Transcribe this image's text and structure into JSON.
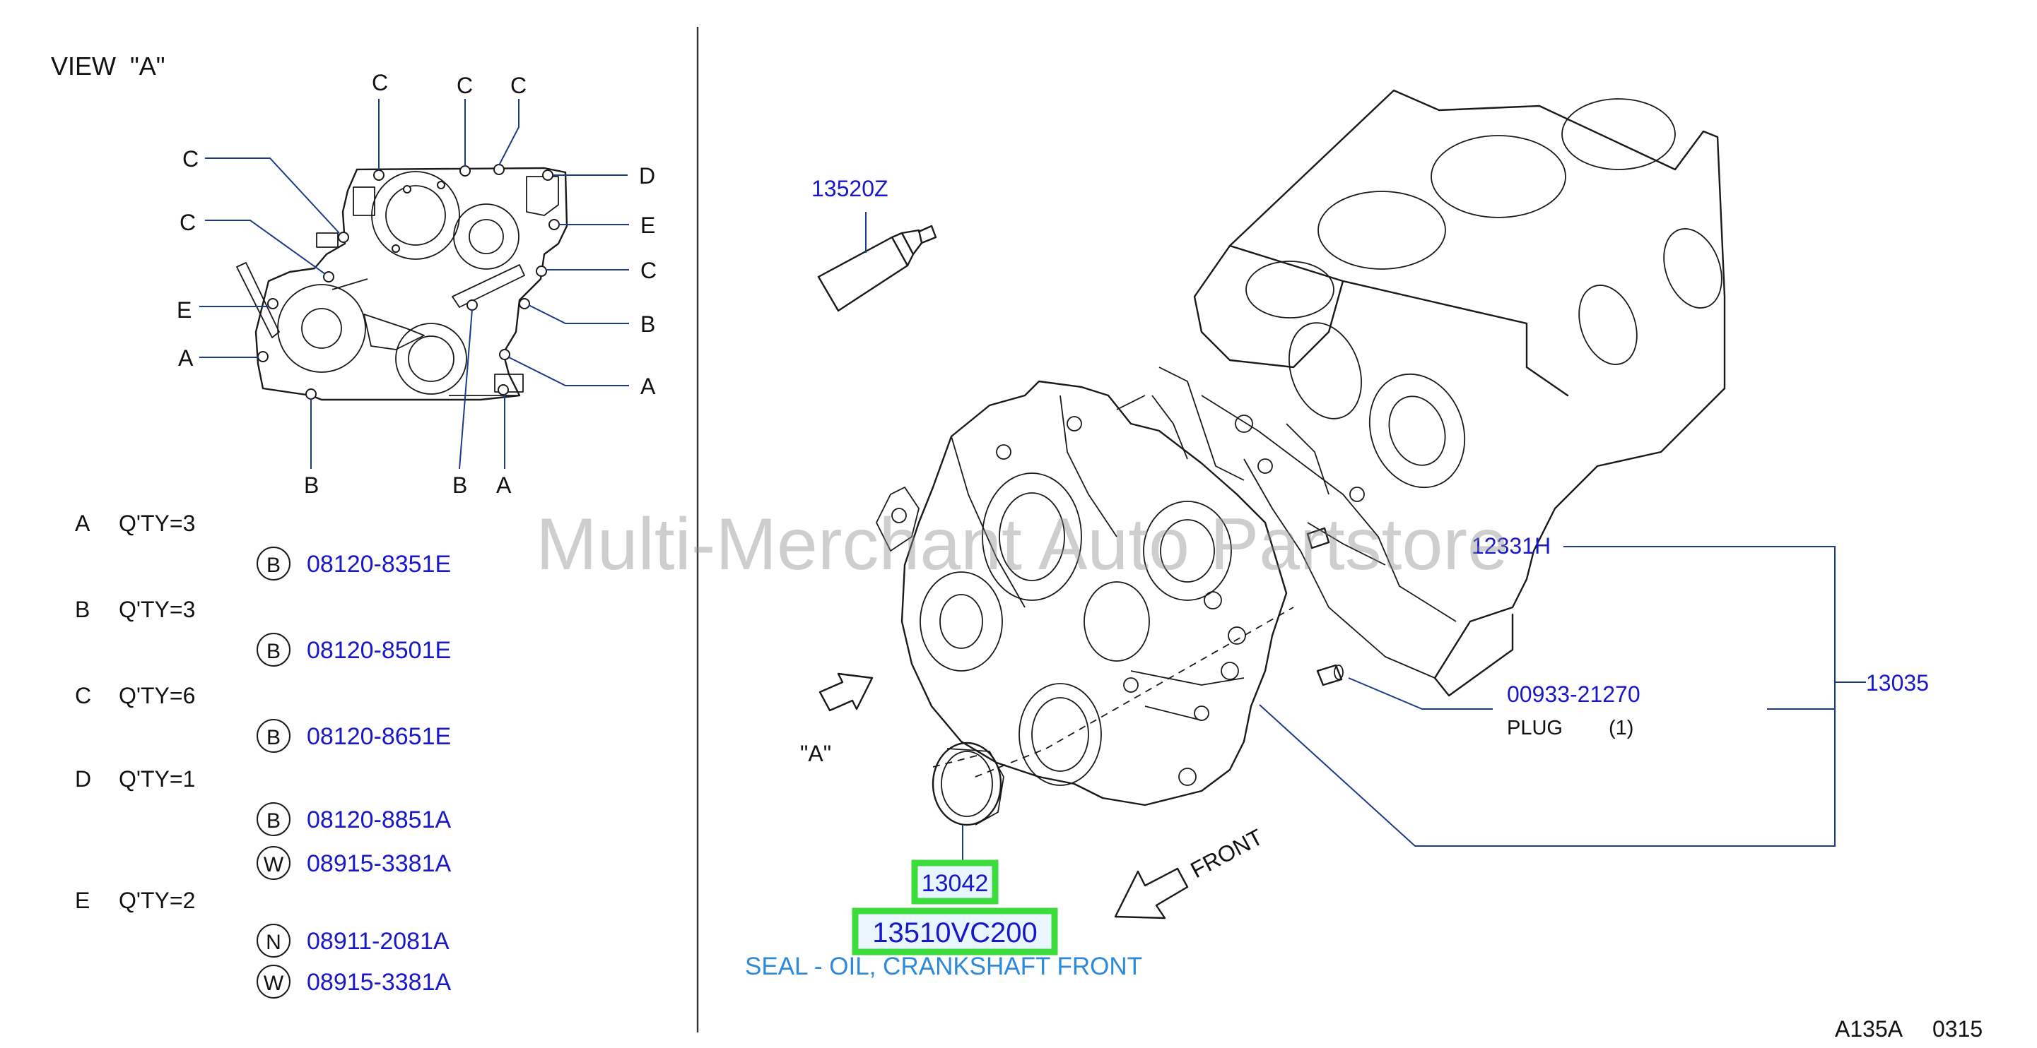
{
  "view_label": "VIEW  \"A\"",
  "view_callouts": {
    "top": [
      "C",
      "C",
      "C"
    ],
    "left": [
      "C",
      "C",
      "E",
      "A"
    ],
    "right": [
      "D",
      "E",
      "C",
      "B",
      "A"
    ],
    "bottom": [
      "B",
      "B",
      "A"
    ]
  },
  "quantities": [
    {
      "label": "A",
      "qty": "Q'TY=3",
      "parts": [
        {
          "badge": "B",
          "number": "08120-8351E"
        }
      ]
    },
    {
      "label": "B",
      "qty": "Q'TY=3",
      "parts": [
        {
          "badge": "B",
          "number": "08120-8501E"
        }
      ]
    },
    {
      "label": "C",
      "qty": "Q'TY=6",
      "parts": [
        {
          "badge": "B",
          "number": "08120-8651E"
        }
      ]
    },
    {
      "label": "D",
      "qty": "Q'TY=1",
      "parts": [
        {
          "badge": "B",
          "number": "08120-8851A"
        },
        {
          "badge": "W",
          "number": "08915-3381A"
        }
      ]
    },
    {
      "label": "E",
      "qty": "Q'TY=2",
      "parts": [
        {
          "badge": "N",
          "number": "08911-2081A"
        },
        {
          "badge": "W",
          "number": "08915-3381A"
        }
      ]
    }
  ],
  "parts_right": {
    "sealant": "13520Z",
    "block": "12331H",
    "assembly": "13035",
    "plug_number": "00933-21270",
    "plug_name": "PLUG",
    "plug_qty": "(1)",
    "seal_ref": "13042",
    "seal_part": "13510VC200",
    "seal_desc": "SEAL - OIL, CRANKSHAFT FRONT",
    "view_arrow_label": "\"A\"",
    "front_label": "FRONT"
  },
  "watermark": "Multi-Merchant Auto Partstore",
  "diagram_code": "A135A",
  "diagram_date": "0315",
  "colors": {
    "part_number": "#1818c8",
    "highlight_border": "#3ddc3d",
    "highlight_fill": "#eaf6ff",
    "seal_desc": "#2d8ad8",
    "leader_line": "#1d3a8a"
  }
}
